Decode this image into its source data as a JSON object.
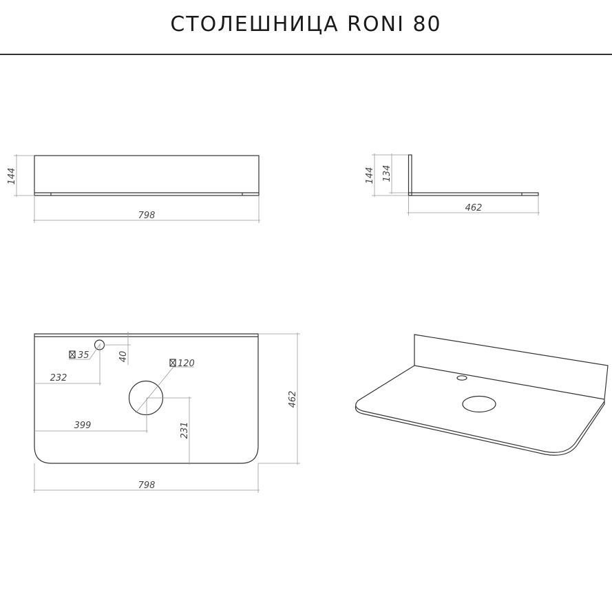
{
  "title": "СТОЛЕШНИЦА RONI 80",
  "front_view": {
    "height_dim": "144",
    "width_dim": "798"
  },
  "side_view": {
    "height_dim": "144",
    "inner_height_dim": "134",
    "depth_dim": "462"
  },
  "top_view": {
    "small_hole_dia": "35",
    "small_hole_from_back": "40",
    "small_hole_from_left": "232",
    "sink_hole_dia": "120",
    "sink_hole_from_left": "399",
    "sink_hole_from_front": "231",
    "depth_dim": "462",
    "width_dim": "798"
  },
  "diameter_symbol": "⊠"
}
